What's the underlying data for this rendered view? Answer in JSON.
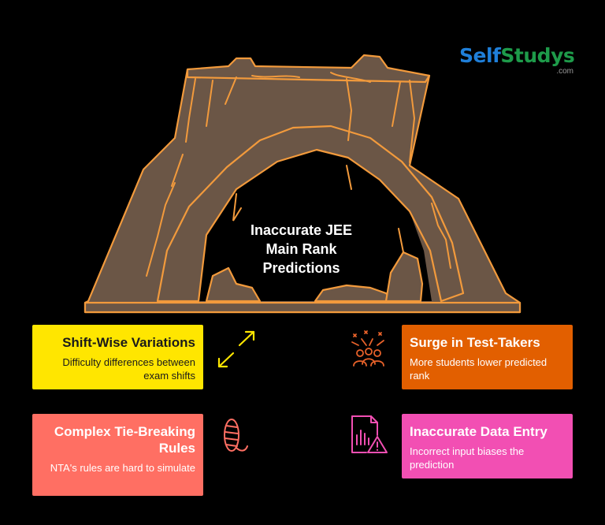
{
  "brand": {
    "part1": "Self",
    "part2": "Studys",
    "suffix": ".com"
  },
  "center": {
    "line1": "Inaccurate JEE",
    "line2": "Main Rank",
    "line3": "Predictions"
  },
  "cards": [
    {
      "title": "Shift-Wise Variations",
      "description": "Difficulty differences between exam shifts",
      "color": "#ffe600",
      "icon": "diagonal-arrows-icon"
    },
    {
      "title": "Surge in Test-Takers",
      "description": "More students lower predicted rank",
      "color": "#e25f00",
      "icon": "crowd-icon"
    },
    {
      "title": "Complex Tie-Breaking Rules",
      "description": "NTA's rules are hard to simulate",
      "color": "#ff6f63",
      "icon": "rope-icon"
    },
    {
      "title": "Inaccurate Data Entry",
      "description": "Incorrect input biases the prediction",
      "color": "#f24fb3",
      "icon": "data-warning-icon"
    }
  ]
}
